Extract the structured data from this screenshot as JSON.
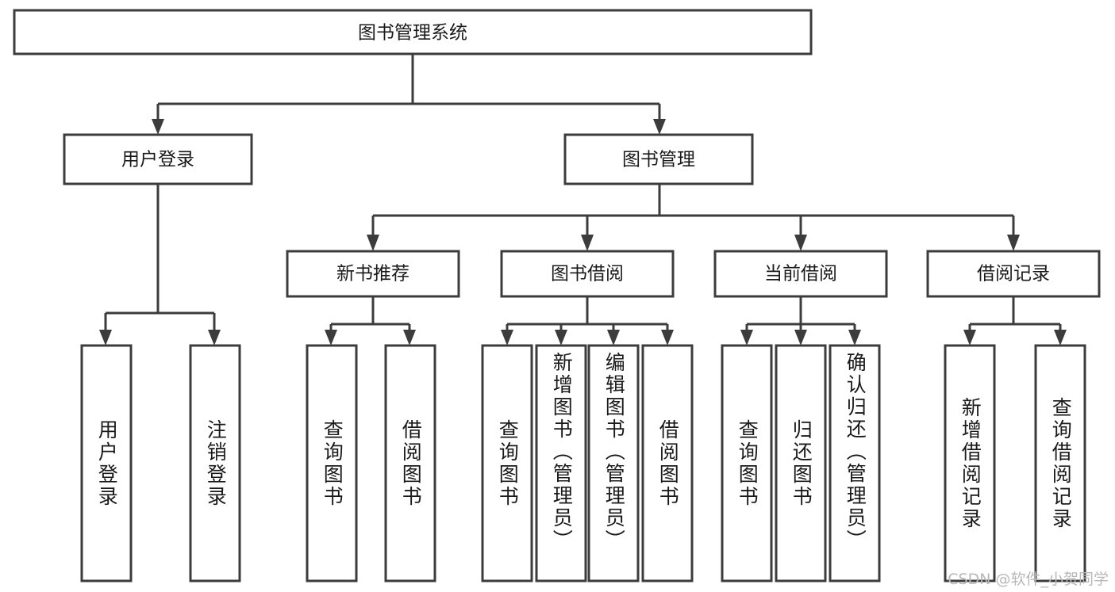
{
  "diagram": {
    "type": "tree-hierarchy",
    "title": "图书管理系统",
    "watermark": "CSDN @软件_小贺同学",
    "colors": {
      "stroke": "#3c3c3c",
      "box_fill": "#ffffff",
      "text": "#1a1a1a",
      "watermark": "#b8b8b8",
      "background": "#ffffff"
    },
    "root": {
      "id": "root",
      "label": "图书管理系统"
    },
    "level2": [
      {
        "id": "user-login",
        "label": "用户登录"
      },
      {
        "id": "book-manage",
        "label": "图书管理"
      }
    ],
    "level3": [
      {
        "id": "new-book-recommend",
        "label": "新书推荐",
        "parent": "book-manage"
      },
      {
        "id": "book-borrow",
        "label": "图书借阅",
        "parent": "book-manage"
      },
      {
        "id": "current-borrow",
        "label": "当前借阅",
        "parent": "book-manage"
      },
      {
        "id": "borrow-record",
        "label": "借阅记录",
        "parent": "book-manage"
      }
    ],
    "leaves": [
      {
        "id": "leaf-user-login",
        "label": "用户登录",
        "parent": "user-login"
      },
      {
        "id": "leaf-logout-login",
        "label": "注销登录",
        "parent": "user-login"
      },
      {
        "id": "leaf-query-book-1",
        "label": "查询图书",
        "parent": "new-book-recommend"
      },
      {
        "id": "leaf-borrow-book-1",
        "label": "借阅图书",
        "parent": "new-book-recommend"
      },
      {
        "id": "leaf-query-book-2",
        "label": "查询图书",
        "parent": "book-borrow"
      },
      {
        "id": "leaf-add-book",
        "label": "新增图书（管理员）",
        "parent": "book-borrow"
      },
      {
        "id": "leaf-edit-book",
        "label": "编辑图书（管理员）",
        "parent": "book-borrow"
      },
      {
        "id": "leaf-borrow-book-2",
        "label": "借阅图书",
        "parent": "book-borrow"
      },
      {
        "id": "leaf-query-book-3",
        "label": "查询图书",
        "parent": "current-borrow"
      },
      {
        "id": "leaf-return-book",
        "label": "归还图书",
        "parent": "current-borrow"
      },
      {
        "id": "leaf-confirm-return",
        "label": "确认归还（管理员）",
        "parent": "current-borrow"
      },
      {
        "id": "leaf-add-record",
        "label": "新增借阅记录",
        "parent": "borrow-record"
      },
      {
        "id": "leaf-query-record",
        "label": "查询借阅记录",
        "parent": "borrow-record"
      }
    ]
  }
}
